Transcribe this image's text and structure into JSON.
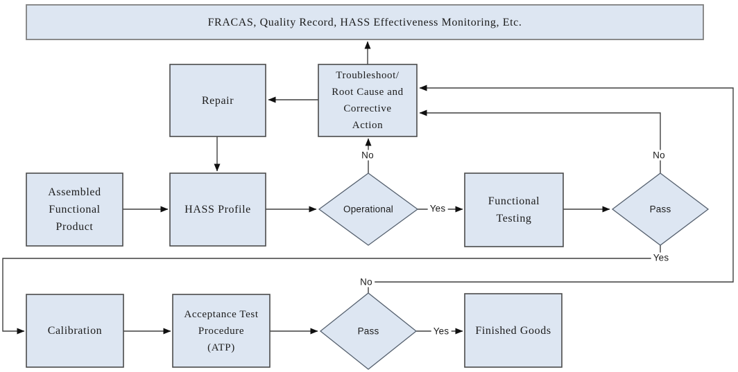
{
  "colors": {
    "node_fill": "#dde6f2",
    "node_border": "#4a4a4a",
    "banner_border": "#7f7f7f",
    "diamond_border": "#55606e",
    "line_color": "#3f3f3f",
    "arrow_color": "#101010",
    "text_color": "#1b1b1b",
    "canvas_bg": "#ffffff"
  },
  "nodes": {
    "banner": "FRACAS, Quality Record, HASS Effectiveness Monitoring, Etc.",
    "repair": "Repair",
    "troubleshoot": "Troubleshoot/\nRoot Cause and\nCorrective\nAction",
    "assembled": "Assembled\nFunctional\nProduct",
    "hass_profile": "HASS Profile",
    "operational": "Operational",
    "functional_testing": "Functional\nTesting",
    "pass_hass": "Pass",
    "calibration": "Calibration",
    "atp": "Acceptance Test\nProcedure\n(ATP)",
    "pass_atp": "Pass",
    "finished_goods": "Finished Goods"
  },
  "edge_labels": {
    "operational_no": "No",
    "operational_yes": "Yes",
    "pass_hass_no": "No",
    "pass_hass_yes": "Yes",
    "pass_atp_no": "No",
    "pass_atp_yes": "Yes"
  }
}
